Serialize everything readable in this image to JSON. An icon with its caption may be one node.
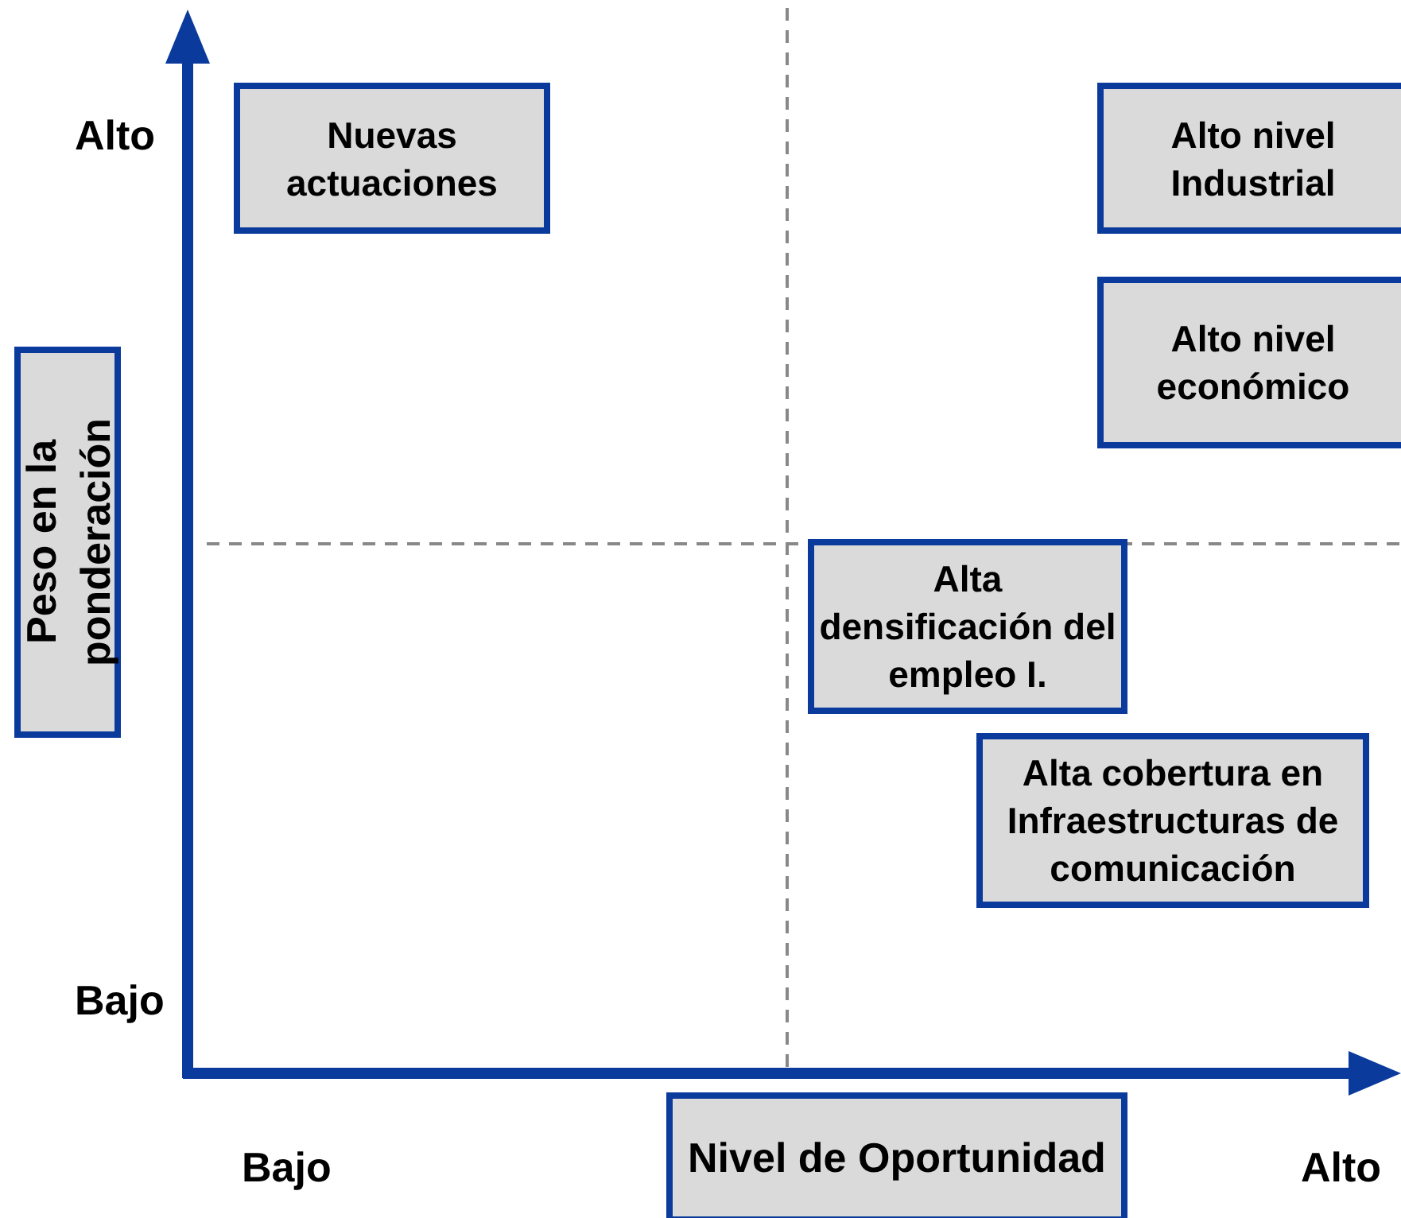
{
  "diagram": {
    "nodes": [
      {
        "text": [
          "Nuevas actuaciones"
        ]
      },
      {
        "text": [
          "Alto nivel Industrial"
        ]
      },
      {
        "text": [
          "Alto nivel económico"
        ]
      },
      {
        "text": [
          "Peso en la ponderación"
        ]
      },
      {
        "text": [
          "Alta densificación del empleo I."
        ]
      },
      {
        "text": [
          "Alta cobertura en Infraestructuras de comunicación"
        ]
      },
      {
        "text": [
          "Nivel de Oportunidad"
        ]
      }
    ],
    "edges": [],
    "labels": [
      "Alto",
      "Bajo",
      "Bajo",
      "Alto"
    ]
  }
}
